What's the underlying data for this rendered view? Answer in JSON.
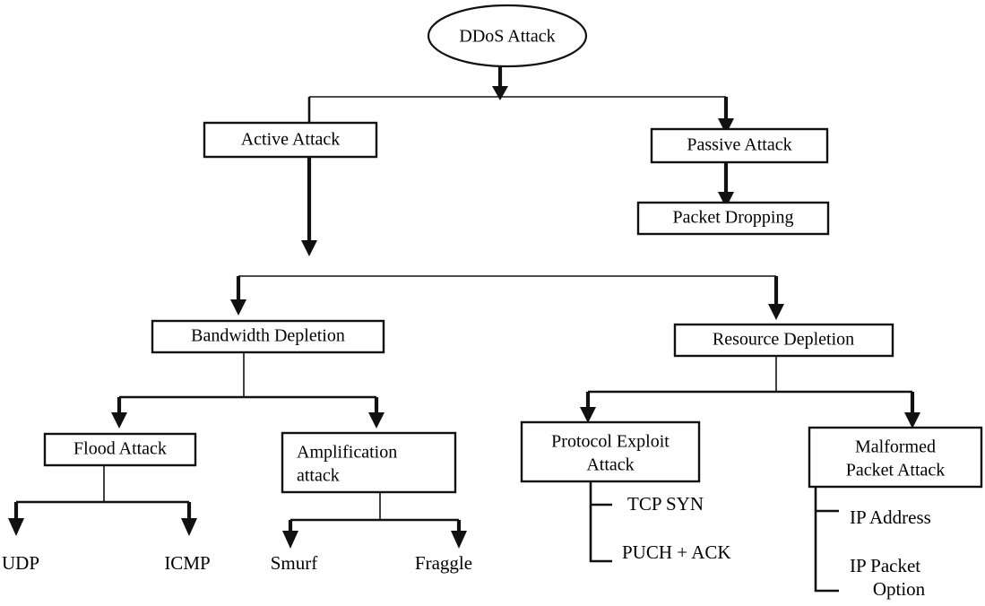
{
  "figure": {
    "kind": "tree-diagram",
    "subject": "DDoS Attack classification",
    "background_color": "#ffffff",
    "line_color": "#111111",
    "text_color": "#000000"
  },
  "nodes": {
    "root": {
      "label": "DDoS Attack",
      "shape": "ellipse"
    },
    "active": {
      "label": "Active Attack",
      "shape": "rect"
    },
    "passive": {
      "label": "Passive Attack",
      "shape": "rect"
    },
    "packet_dropping": {
      "label": "Packet Dropping",
      "shape": "rect"
    },
    "bandwidth": {
      "label": "Bandwidth Depletion",
      "shape": "rect"
    },
    "resource": {
      "label": "Resource Depletion",
      "shape": "rect"
    },
    "flood": {
      "label": "Flood Attack",
      "shape": "rect"
    },
    "amplification": {
      "line1": "Amplification",
      "line2": "attack",
      "shape": "rect"
    },
    "protocol": {
      "line1": "Protocol Exploit",
      "line2": "Attack",
      "shape": "rect"
    },
    "malformed": {
      "line1": "Malformed",
      "line2": "Packet  Attack",
      "shape": "rect"
    }
  },
  "leaves": {
    "udp": {
      "label": "UDP"
    },
    "icmp": {
      "label": "ICMP"
    },
    "smurf": {
      "label": "Smurf"
    },
    "fraggle": {
      "label": "Fraggle"
    },
    "tcp_syn": {
      "label": "TCP SYN"
    },
    "puch_ack": {
      "label": "PUCH + ACK"
    },
    "ip_address": {
      "label": "IP Address"
    },
    "ip_packet_option": {
      "line1": "IP Packet",
      "line2": "Option"
    }
  },
  "edges": [
    {
      "from": "root",
      "to": "active",
      "style": "arrow"
    },
    {
      "from": "root",
      "to": "passive",
      "style": "arrow"
    },
    {
      "from": "passive",
      "to": "packet_dropping",
      "style": "arrow"
    },
    {
      "from": "active",
      "to": "bandwidth",
      "style": "arrow"
    },
    {
      "from": "active",
      "to": "resource",
      "style": "arrow"
    },
    {
      "from": "bandwidth",
      "to": "flood",
      "style": "arrow"
    },
    {
      "from": "bandwidth",
      "to": "amplification",
      "style": "arrow"
    },
    {
      "from": "resource",
      "to": "protocol",
      "style": "arrow"
    },
    {
      "from": "resource",
      "to": "malformed",
      "style": "arrow"
    },
    {
      "from": "flood",
      "to": "udp",
      "style": "arrow"
    },
    {
      "from": "flood",
      "to": "icmp",
      "style": "arrow"
    },
    {
      "from": "amplification",
      "to": "smurf",
      "style": "arrow"
    },
    {
      "from": "amplification",
      "to": "fraggle",
      "style": "arrow"
    },
    {
      "from": "protocol",
      "to": "tcp_syn",
      "style": "bracket"
    },
    {
      "from": "protocol",
      "to": "puch_ack",
      "style": "bracket"
    },
    {
      "from": "malformed",
      "to": "ip_address",
      "style": "bracket"
    },
    {
      "from": "malformed",
      "to": "ip_packet_option",
      "style": "bracket"
    }
  ]
}
